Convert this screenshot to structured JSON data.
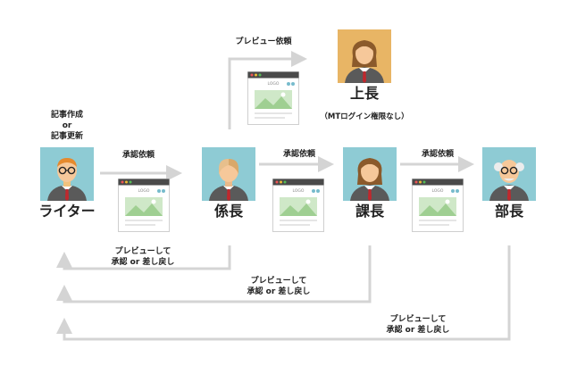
{
  "nodes": {
    "writer": {
      "name": "ライター",
      "bg": "#8ecbd4"
    },
    "kakari": {
      "name": "係長",
      "bg": "#8ecbd4"
    },
    "kacho": {
      "name": "課長",
      "bg": "#8ecbd4"
    },
    "bucho": {
      "name": "部長",
      "bg": "#8ecbd4"
    },
    "jocho": {
      "name": "上長",
      "bg": "#e8b565",
      "note": "（MTログイン権限なし）"
    }
  },
  "writer_action": {
    "line1": "記事作成",
    "line2": "or",
    "line3": "記事更新"
  },
  "edges": {
    "approve_1": "承認依頼",
    "approve_2": "承認依頼",
    "approve_3": "承認依頼",
    "preview_request": "プレビュー依頼"
  },
  "returns": {
    "r1": {
      "line1": "プレビューして",
      "line2": "承認 or 差し戻し"
    },
    "r2": {
      "line1": "プレビューして",
      "line2": "承認 or 差し戻し"
    },
    "r3": {
      "line1": "プレビューして",
      "line2": "承認 or 差し戻し"
    }
  },
  "page_logo": "LOGO",
  "colors": {
    "arrow": "#d4d4d4",
    "avatar_bg": "#8ecbd4",
    "jocho_bg": "#e8b565",
    "tie": "#c0282d"
  }
}
